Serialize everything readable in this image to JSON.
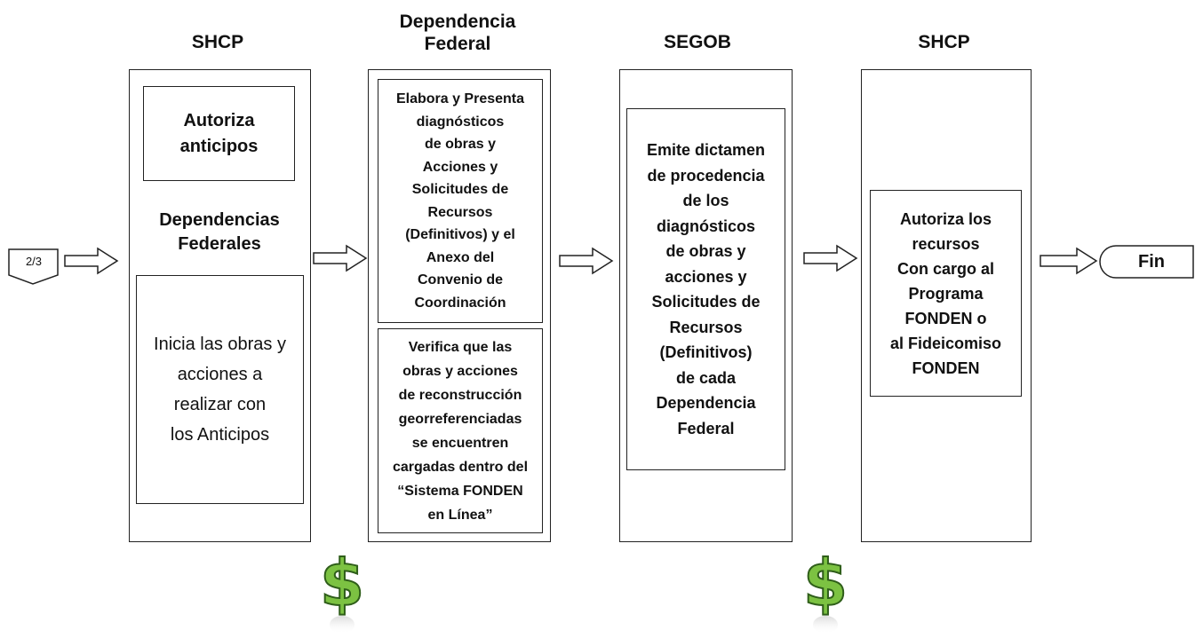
{
  "lanes": [
    {
      "header": "SHCP"
    },
    {
      "header": "Dependencia\nFederal"
    },
    {
      "header": "SEGOB"
    },
    {
      "header": "SHCP"
    }
  ],
  "connector_start": {
    "label": "2/3"
  },
  "lane1": {
    "box_top": "Autoriza\nanticipos",
    "mid_label": "Dependencias\nFederales",
    "box_bottom": "Inicia las obras y\nacciones a\nrealizar con\nlos Anticipos"
  },
  "lane2": {
    "box_top": "Elabora y Presenta\ndiagnósticos\nde obras y\nAcciones y\nSolicitudes de\nRecursos\n(Definitivos) y el\nAnexo del\nConvenio de\nCoordinación",
    "box_bottom": "Verifica que las\nobras y acciones\nde reconstrucción\ngeorreferenciadas\nse encuentren\ncargadas dentro del\n“Sistema FONDEN\nen Línea”"
  },
  "lane3": {
    "box": "Emite dictamen\nde procedencia\nde los\ndiagnósticos\nde obras y\nacciones y\nSolicitudes de\nRecursos\n(Definitivos)\nde cada\nDependencia\nFederal"
  },
  "lane4": {
    "box": "Autoriza los\nrecursos\nCon cargo al\nPrograma\nFONDEN o\nal Fideicomiso\nFONDEN"
  },
  "end_terminal": {
    "label": "Fin"
  },
  "colors": {
    "dollar_green": "#7cc242",
    "dollar_outline": "#2f5e1a",
    "line": "#222222"
  },
  "icons": [
    "arrow-right-icon",
    "dollar-icon"
  ]
}
